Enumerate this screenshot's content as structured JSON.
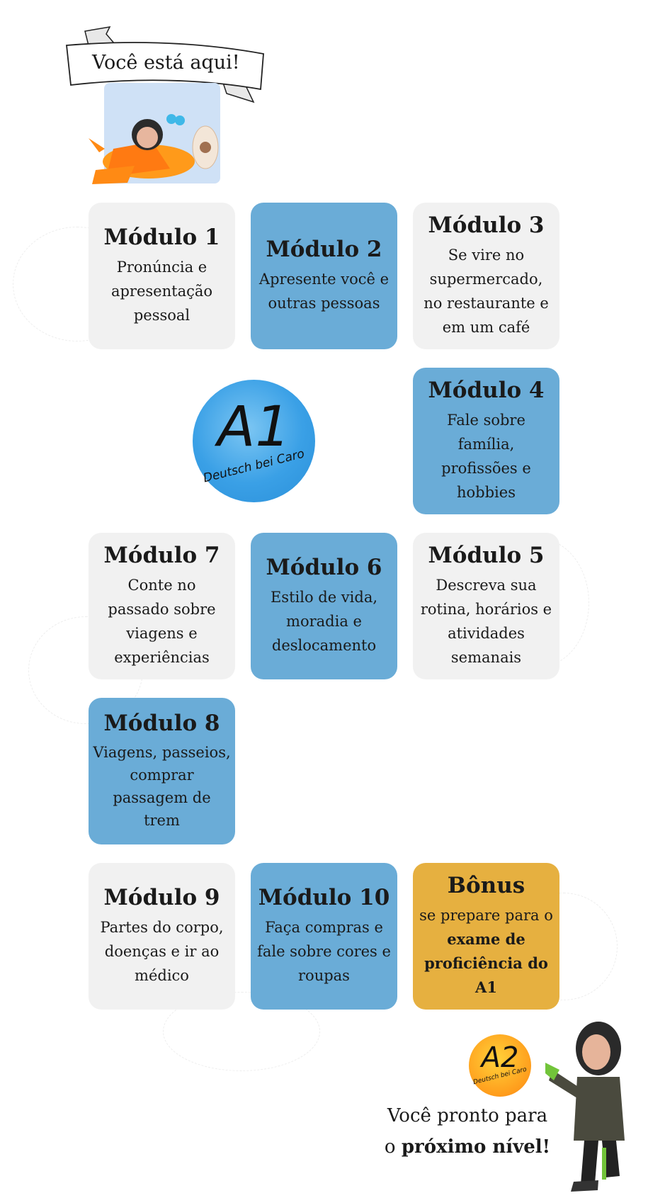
{
  "banner": {
    "text": "Você está aqui!"
  },
  "modules": [
    {
      "title": "Módulo 1",
      "desc": "Pronúncia e apresentação pessoal"
    },
    {
      "title": "Módulo 2",
      "desc": "Apresente você e outras pessoas"
    },
    {
      "title": "Módulo 3",
      "desc": "Se vire no supermercado, no restaurante e em um café"
    },
    {
      "title": "Módulo 4",
      "desc": "Fale sobre família, profissões e hobbies"
    },
    {
      "title": "Módulo 5",
      "desc": "Descreva sua rotina, horários e atividades semanais"
    },
    {
      "title": "Módulo 6",
      "desc": "Estilo de vida, moradia e deslocamento"
    },
    {
      "title": "Módulo 7",
      "desc": "Conte no passado sobre viagens e experiências"
    },
    {
      "title": "Módulo 8",
      "desc": "Viagens, passeios, comprar passagem de trem"
    },
    {
      "title": "Módulo 9",
      "desc": "Partes do corpo, doenças e ir ao médico"
    },
    {
      "title": "Módulo 10",
      "desc": "Faça compras e fale sobre cores e roupas"
    }
  ],
  "bonus": {
    "title": "Bônus",
    "desc_plain": "se prepare para o",
    "desc_bold": "exame de proficiência do A1"
  },
  "a1_logo": {
    "level": "A1",
    "brand": "Deutsch bei Caro"
  },
  "a2_logo": {
    "level": "A2",
    "brand": "Deutsch bei Caro"
  },
  "next_level": {
    "line1": "Você pronto para",
    "line2_plain": "o",
    "line2_bold": "próximo nível!"
  },
  "colors": {
    "card_gray": "#f1f1f1",
    "card_blue": "#6aacd7",
    "card_gold": "#e6b040",
    "a1_logo": "#3aa0e6",
    "a2_logo": "#ff9d1c"
  }
}
